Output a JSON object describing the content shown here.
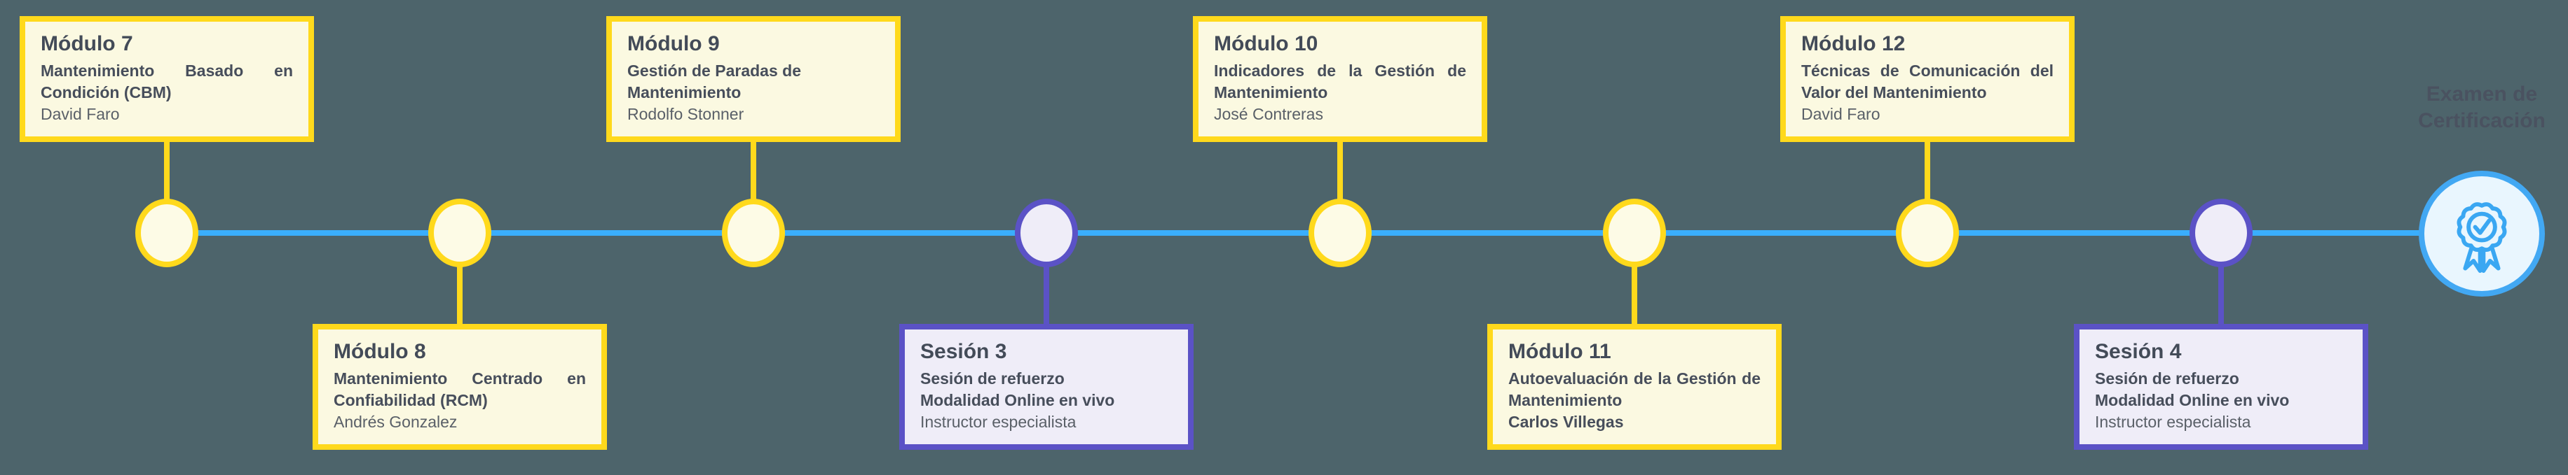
{
  "theme": {
    "background": "#4D646B",
    "timeline_blue": "#3AAEFC",
    "module_yellow": "#FFD91C",
    "module_fill": "#FBF9E1",
    "session_purple": "#5B52C6",
    "session_fill": "#EFEDF8",
    "exam_border_blue": "#42A8F3",
    "exam_fill": "#E9F6FE",
    "title_text": "#434B58",
    "body_text": "#5A6068"
  },
  "nodes": [
    {
      "id": "modulo-7",
      "type": "module",
      "side": "top",
      "title": "Módulo 7",
      "subtitle": "Mantenimiento Basado en Condición (CBM)",
      "person": "David Faro"
    },
    {
      "id": "modulo-8",
      "type": "module",
      "side": "bottom",
      "title": "Módulo 8",
      "subtitle": "Mantenimiento Centrado en Confiabilidad (RCM)",
      "person": "Andrés Gonzalez"
    },
    {
      "id": "modulo-9",
      "type": "module",
      "side": "top",
      "title": "Módulo 9",
      "subtitle": "Gestión de Paradas de Mantenimiento",
      "person": "Rodolfo Stonner"
    },
    {
      "id": "sesion-3",
      "type": "session",
      "side": "bottom",
      "title": "Sesión 3",
      "line1": "Sesión de refuerzo",
      "line2": "Modalidad Online en vivo",
      "person": "Instructor especialista"
    },
    {
      "id": "modulo-10",
      "type": "module",
      "side": "top",
      "title": "Módulo 10",
      "subtitle": "Indicadores de la Gestión de Mantenimiento",
      "person": "José Contreras"
    },
    {
      "id": "modulo-11",
      "type": "module",
      "side": "bottom",
      "title": "Módulo 11",
      "subtitle": "Autoevaluación de la Gestión de Mantenimiento",
      "person": "Carlos Villegas"
    },
    {
      "id": "modulo-12",
      "type": "module",
      "side": "top",
      "title": "Módulo 12",
      "subtitle": "Técnicas de Comunicación del Valor del Mantenimiento",
      "person": "David Faro"
    },
    {
      "id": "sesion-4",
      "type": "session",
      "side": "bottom",
      "title": "Sesión 4",
      "line1": "Sesión de refuerzo",
      "line2": "Modalidad Online en vivo",
      "person": "Instructor especialista"
    }
  ],
  "exam": {
    "label": "Examen de Certificación",
    "icon": "medal-check-icon"
  }
}
